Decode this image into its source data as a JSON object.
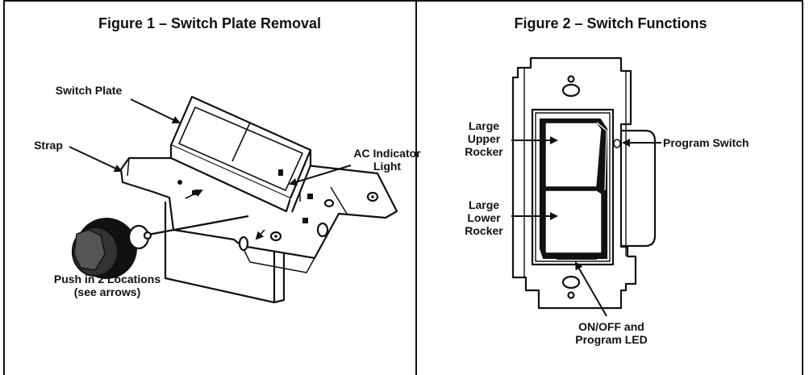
{
  "figure1": {
    "title": "Figure 1 – Switch Plate Removal",
    "labels": {
      "switch_plate": "Switch Plate",
      "strap": "Strap",
      "ac_indicator_line1": "AC Indicator",
      "ac_indicator_line2": "Light",
      "push_line1": "Push in 2 Locations",
      "push_line2": "(see arrows)"
    }
  },
  "figure2": {
    "title": "Figure 2 – Switch Functions",
    "labels": {
      "upper_line1": "Large",
      "upper_line2": "Upper",
      "upper_line3": "Rocker",
      "lower_line1": "Large",
      "lower_line2": "Lower",
      "lower_line3": "Rocker",
      "program_switch": "Program Switch",
      "led_line1": "ON/OFF and",
      "led_line2": "Program LED"
    }
  }
}
